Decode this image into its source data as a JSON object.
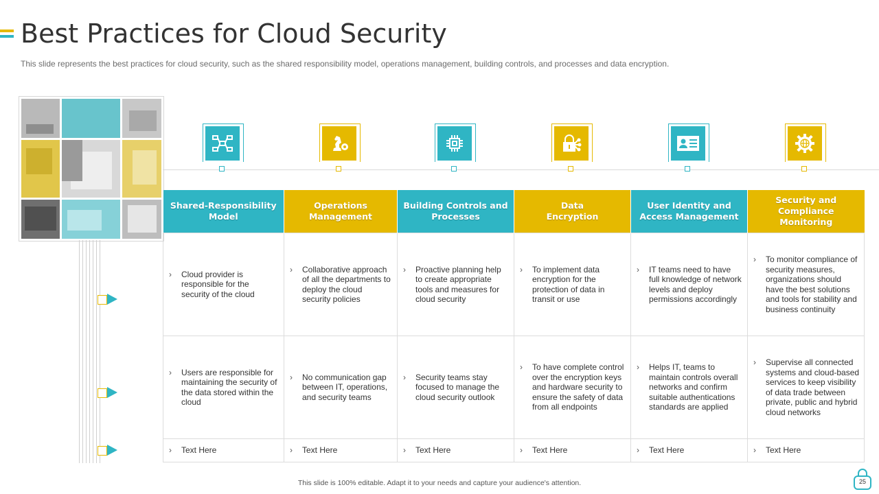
{
  "title": "Best Practices for Cloud Security",
  "subtitle": "This slide represents the best practices for cloud security, such as the shared responsibility model, operations management, building controls, and processes and data encryption.",
  "colors": {
    "teal": "#2fb5c4",
    "gold": "#e5b900",
    "text": "#333333",
    "border": "#dcdcdc"
  },
  "icons": [
    "network-icon",
    "chess-gear-icon",
    "chip-icon",
    "lock-share-icon",
    "id-card-icon",
    "globe-gear-icon"
  ],
  "columns": [
    {
      "header": [
        "Shared-Responsibility",
        "Model"
      ],
      "color": "#2fb5c4",
      "rows": [
        "Cloud provider is responsible for the security of the cloud",
        "Users are responsible for maintaining the security of the data stored within the cloud",
        "Text Here"
      ]
    },
    {
      "header": [
        "Operations",
        "Management"
      ],
      "color": "#e5b900",
      "rows": [
        "Collaborative approach of all the departments to deploy the cloud security policies",
        "No communication gap between IT, operations, and security teams",
        "Text Here"
      ]
    },
    {
      "header": [
        "Building Controls and",
        "Processes"
      ],
      "color": "#2fb5c4",
      "rows": [
        "Proactive planning help to create appropriate tools and measures for cloud security",
        "Security teams stay focused to manage the cloud security outlook",
        "Text Here"
      ]
    },
    {
      "header": [
        "Data",
        "Encryption"
      ],
      "color": "#e5b900",
      "rows": [
        "To implement data encryption for the protection of data in transit or use",
        "To have complete control over the encryption keys and hardware security to ensure the safety of data from all endpoints",
        "Text Here"
      ]
    },
    {
      "header": [
        "User Identity and",
        "Access Management"
      ],
      "color": "#2fb5c4",
      "rows": [
        "IT teams need to have full knowledge of network levels and deploy permissions accordingly",
        "Helps IT, teams to maintain controls overall networks and confirm suitable authentications standards are applied",
        "Text Here"
      ]
    },
    {
      "header": [
        "Security and",
        "Compliance Monitoring"
      ],
      "color": "#e5b900",
      "rows": [
        "To monitor compliance of security measures, organizations should have the best solutions and tools  for stability and business continuity",
        "Supervise all connected systems and cloud-based services to keep visibility of data trade between private, public and hybrid cloud networks",
        "Text Here"
      ]
    }
  ],
  "bullet": "›",
  "footer": "This slide is 100% editable. Adapt it to your needs and capture your audience's attention.",
  "page_number": "25"
}
